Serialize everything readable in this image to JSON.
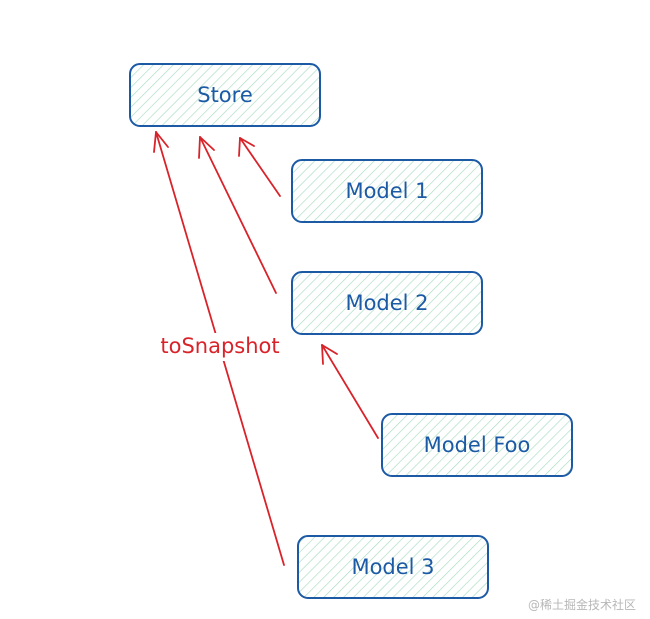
{
  "nodes": {
    "store": "Store",
    "model1": "Model 1",
    "model2": "Model 2",
    "modelFoo": "Model Foo",
    "model3": "Model 3"
  },
  "edge_label": "toSnapshot",
  "watermark": "@稀土掘金技术社区",
  "colors": {
    "box_stroke": "#1c5aa6",
    "box_hatch": "#a8dcc0",
    "arrow": "#d9232a",
    "label_text": "#1c5aa6"
  }
}
